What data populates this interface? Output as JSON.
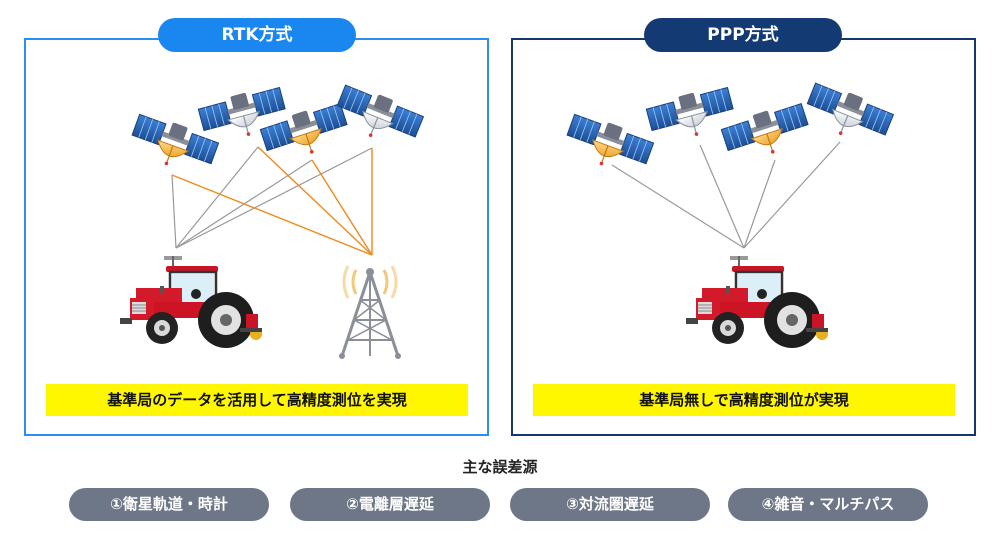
{
  "rtk": {
    "title": "RTK方式",
    "caption": "基準局のデータを活用して高精度測位を実現"
  },
  "ppp": {
    "title": "PPP方式",
    "caption": "基準局無しで高精度測位が実現"
  },
  "errors": {
    "heading": "主な誤差源",
    "items": [
      "①衛星軌道・時計",
      "②電離層遅延",
      "③対流圏遅延",
      "④雑音・マルチパス"
    ]
  },
  "colors": {
    "rtk_accent": "#1a86f0",
    "ppp_accent": "#143a74",
    "caption_bg": "#fff700",
    "error_pill_bg": "#6e7787",
    "correction_line": "#f08a1c",
    "signal_line": "#999999"
  }
}
